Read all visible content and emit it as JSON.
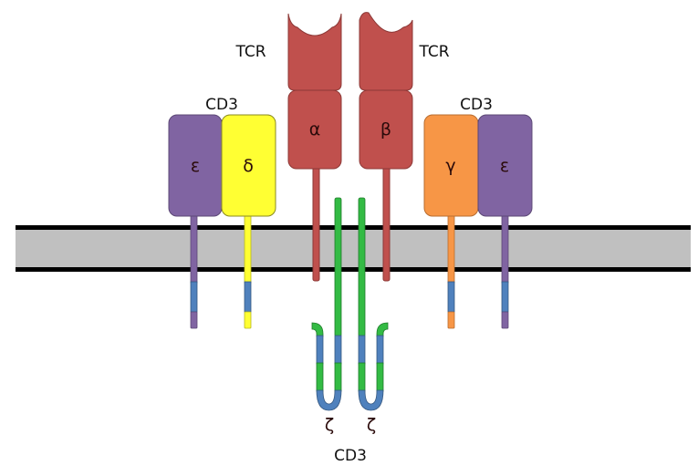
{
  "title": "T-cell receptor complex",
  "colors": {
    "tcr": "#c0504d",
    "tcr_stroke": "#8c3836",
    "epsilon": "#8064a2",
    "epsilon_stroke": "#5c4876",
    "delta": "#ffff33",
    "delta_stroke": "#b8b820",
    "gamma": "#f79646",
    "gamma_stroke": "#b86d30",
    "zeta": "#33bb44",
    "zeta_stroke": "#1f7a2a",
    "itam": "#4f81bd",
    "membrane": "#c0c0c0",
    "membrane_border": "#000000"
  },
  "labels": {
    "tcr_left": "TCR",
    "tcr_right": "TCR",
    "cd3_left": "CD3",
    "cd3_right": "CD3",
    "cd3_bottom": "CD3"
  },
  "chains": {
    "tcr_alpha": "α",
    "tcr_beta": "β",
    "cd3_epsilon_left": "ε",
    "cd3_delta": "δ",
    "cd3_gamma": "γ",
    "cd3_epsilon_right": "ε",
    "zeta_left": "ζ",
    "zeta_right": "ζ"
  }
}
